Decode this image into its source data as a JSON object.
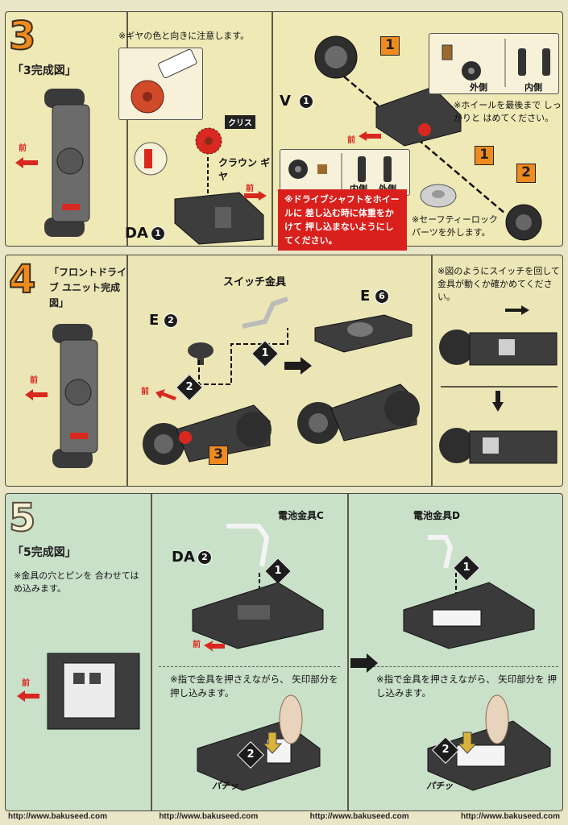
{
  "steps": [
    {
      "number": "3",
      "title": "「3完成図」",
      "front": "前",
      "notes": {
        "gear": "※ギヤの色と向きに注意します。",
        "wheel": "※ホイールを最後まで しっかりと はめてください。",
        "safety": "※セーフティーロック パーツを外します。"
      },
      "labels": {
        "grease": "クリス",
        "crown_gear": "クラウン ギヤ",
        "part_da": "DA",
        "part_v": "V",
        "outer": "外側",
        "inner": "内側"
      },
      "warning": "※ドライブシャフトをホイールに 差し込む時に体重をかけて 押し込まないようにしてください。",
      "boxes": [
        "1",
        "1",
        "2"
      ],
      "circle_nums": [
        "1",
        "1"
      ]
    },
    {
      "number": "4",
      "title": "「フロントドライブ ユニット完成図」",
      "front": "前",
      "labels": {
        "switch": "スイッチ金具",
        "part_e2": "E",
        "part_e6": "E",
        "e2_num": "2",
        "e6_num": "6"
      },
      "note": "※図のようにスイッチを回して 金具が動くか確かめてください。",
      "diamonds": [
        "1",
        "2"
      ],
      "box": "3"
    },
    {
      "number": "5",
      "title": "「5完成図」",
      "front": "前",
      "note_fit": "※金具の穴とピンを 合わせてはめ込みます。",
      "labels": {
        "battery_c": "電池金具C",
        "battery_d": "電池金具D",
        "part_da": "DA",
        "da_num": "2",
        "click": "パチッ"
      },
      "note_press": "※指で金具を押さえながら、 矢印部分を 押し込みます。",
      "diamonds": [
        "1",
        "2"
      ]
    }
  ],
  "footer": {
    "urls": [
      "http://www.bakuseed.com",
      "http://www.bakuseed.com",
      "http://www.bakuseed.com",
      "http://www.bakuseed.com"
    ]
  }
}
